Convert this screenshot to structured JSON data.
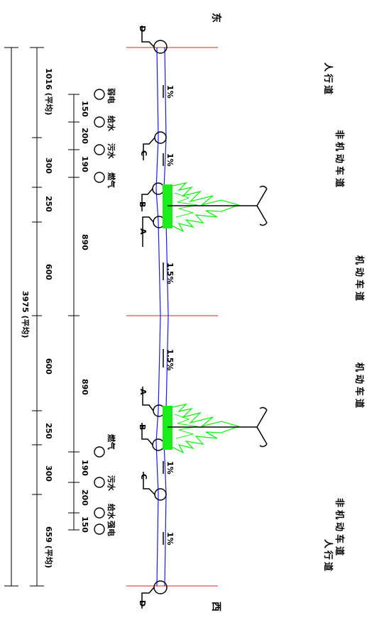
{
  "orientation": {
    "east": "东",
    "west": "西"
  },
  "zones": {
    "sidewalk": "人行道",
    "bike_lane": "非机动车道",
    "motor_lane": "机动车道"
  },
  "slopes": {
    "sidewalk": "1%",
    "bike_lane": "1%",
    "motor_lane": "1.5%"
  },
  "markers": {
    "A": "A",
    "B": "B",
    "C": "C",
    "D": "D"
  },
  "utilities": {
    "weak_power": "弱电",
    "water_supply": "给水",
    "sewage": "污水",
    "gas": "燃气",
    "strong_power": "强电"
  },
  "dimensions": {
    "total": "3975 (平均)",
    "east_sidewalk": "1016 (平均)",
    "west_sidewalk": "659 (平均)",
    "d150": "150",
    "d200": "200",
    "d190": "190",
    "d300": "300",
    "d250": "250",
    "d600": "600",
    "d890": "890"
  },
  "colors": {
    "centerline": "#e02020",
    "pavement": "#1a1aff",
    "tree": "#1aee1a",
    "ink": "#000000"
  }
}
